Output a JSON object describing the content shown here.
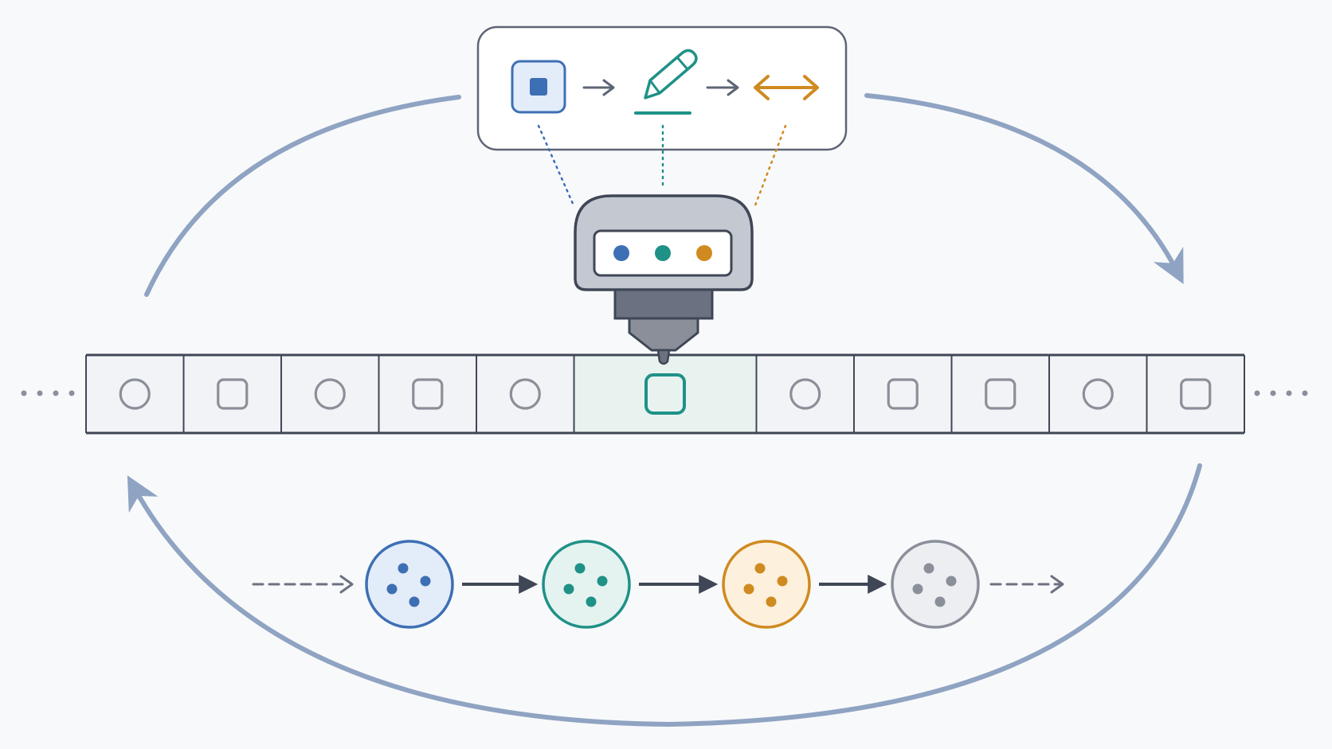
{
  "diagram": {
    "kind": "turing-machine-cycle",
    "colors": {
      "background": "#f8f9fb",
      "loop_arrow": "#8fa3c2",
      "outline": "#3f4756",
      "blue": "#3d6fb4",
      "blue_fill": "#e3ecf9",
      "teal": "#1f9187",
      "teal_fill": "#e4f3f0",
      "orange": "#cf8a20",
      "orange_fill": "#fdf0dc",
      "gray": "#8a8f99",
      "gray_fill": "#eceef2",
      "cell_fill": "#f2f3f6",
      "active_fill": "#e8f3f0",
      "head_body": "#c4c8d1",
      "head_neck": "#6b7180"
    },
    "instruction_steps": [
      {
        "name": "read",
        "icon": "square-symbol-icon",
        "color": "blue"
      },
      {
        "name": "write",
        "icon": "pencil-icon",
        "color": "teal"
      },
      {
        "name": "move",
        "icon": "double-arrow-icon",
        "color": "orange"
      }
    ],
    "head_indicators": [
      "blue",
      "teal",
      "orange"
    ],
    "tape": {
      "cells": [
        "circle",
        "square",
        "circle",
        "square",
        "circle",
        "square",
        "circle",
        "square",
        "square",
        "circle",
        "square"
      ],
      "active_index": 5,
      "continues_left": true,
      "continues_right": true
    },
    "state_sequence": [
      {
        "color": "blue"
      },
      {
        "color": "teal"
      },
      {
        "color": "orange"
      },
      {
        "color": "gray"
      }
    ],
    "loop_direction": "clockwise"
  }
}
